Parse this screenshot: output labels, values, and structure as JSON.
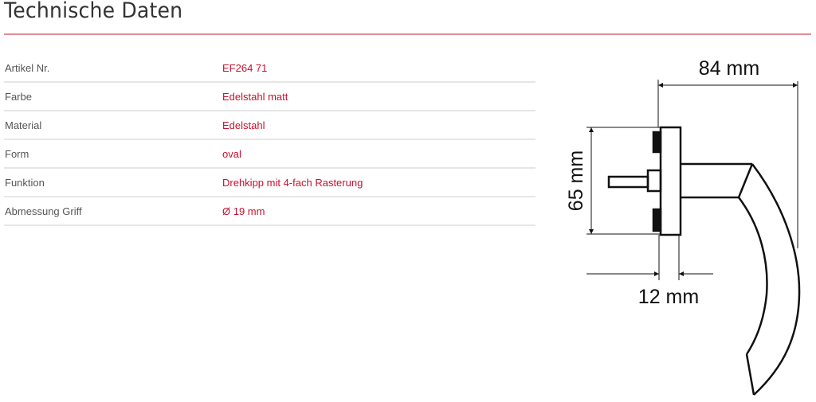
{
  "heading": "Technische Daten",
  "specs": [
    {
      "label": "Artikel Nr.",
      "value": "EF264 71"
    },
    {
      "label": "Farbe",
      "value": "Edelstahl matt"
    },
    {
      "label": "Material",
      "value": "Edelstahl"
    },
    {
      "label": "Form",
      "value": "oval"
    },
    {
      "label": "Funktion",
      "value": "Drehkipp mit 4-fach Rasterung"
    },
    {
      "label": "Abmessung Griff",
      "value": "Ø 19 mm"
    }
  ],
  "drawing": {
    "width_label": "84 mm",
    "height_label": "65 mm",
    "depth_label": "12 mm"
  },
  "colors": {
    "accent": "#c8102e",
    "rule": "#e38d93"
  }
}
